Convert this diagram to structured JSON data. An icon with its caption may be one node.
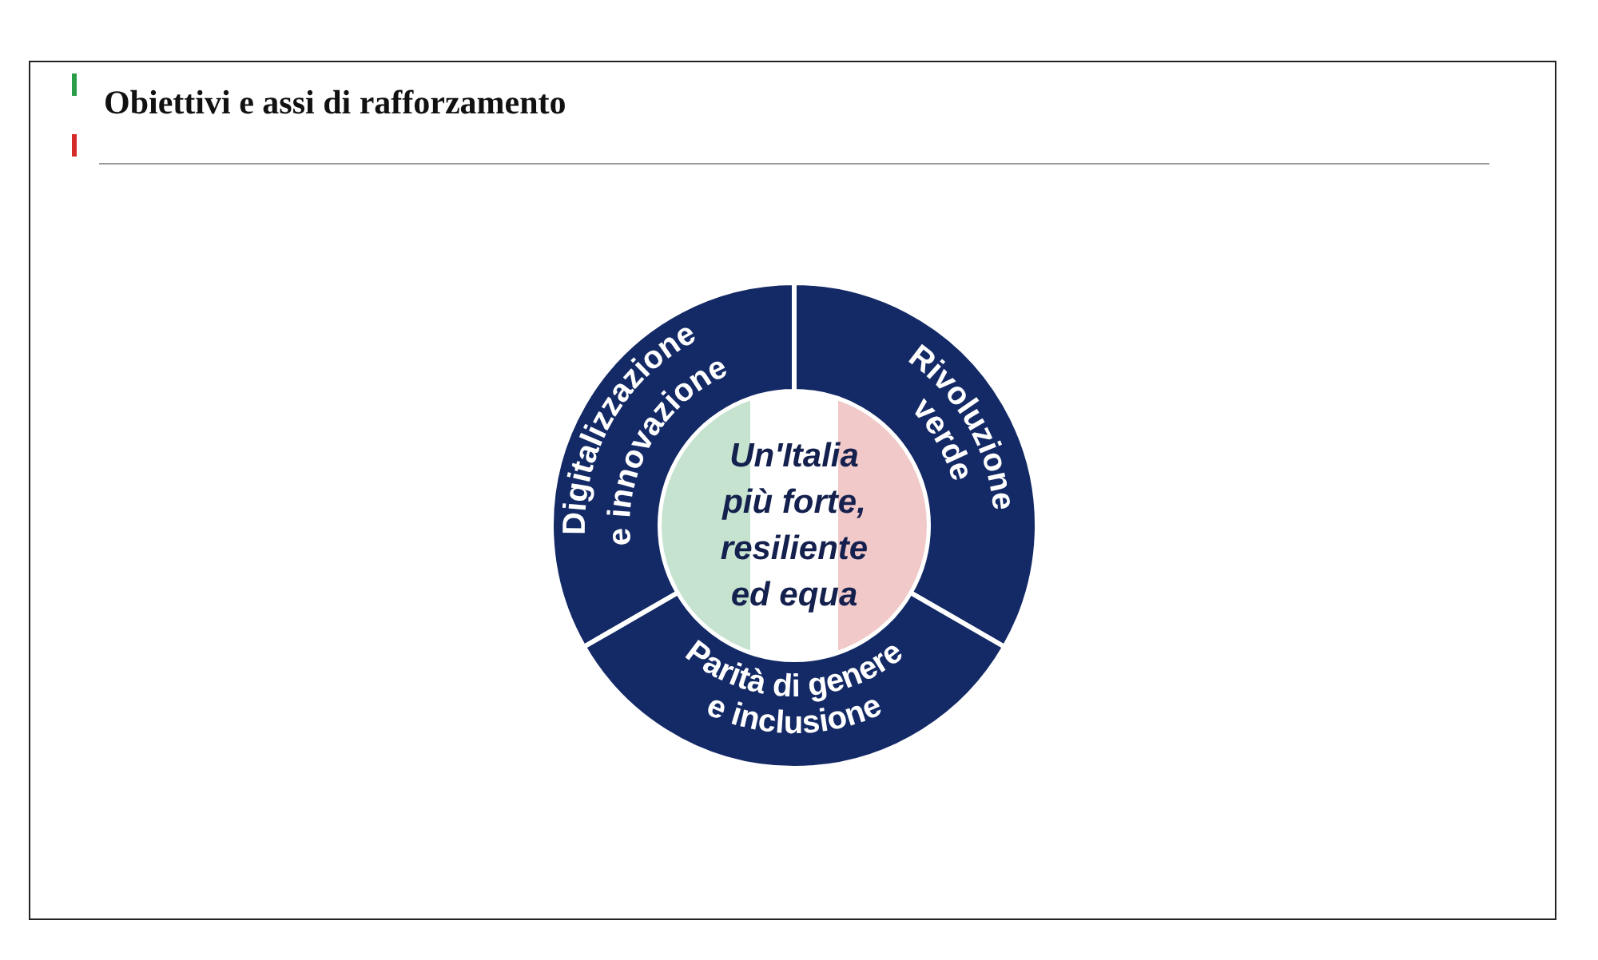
{
  "diagram": {
    "title": "Obiettivi e assi di rafforzamento",
    "nodes": [
      {
        "text": [
          "Digitalizzazione e innovazione"
        ]
      },
      {
        "text": [
          "Rivoluzione verde"
        ]
      },
      {
        "text": [
          "Parità di genere e inclusione"
        ]
      },
      {
        "text": [
          "Un'Italia più forte, resiliente ed equa"
        ]
      }
    ]
  }
}
